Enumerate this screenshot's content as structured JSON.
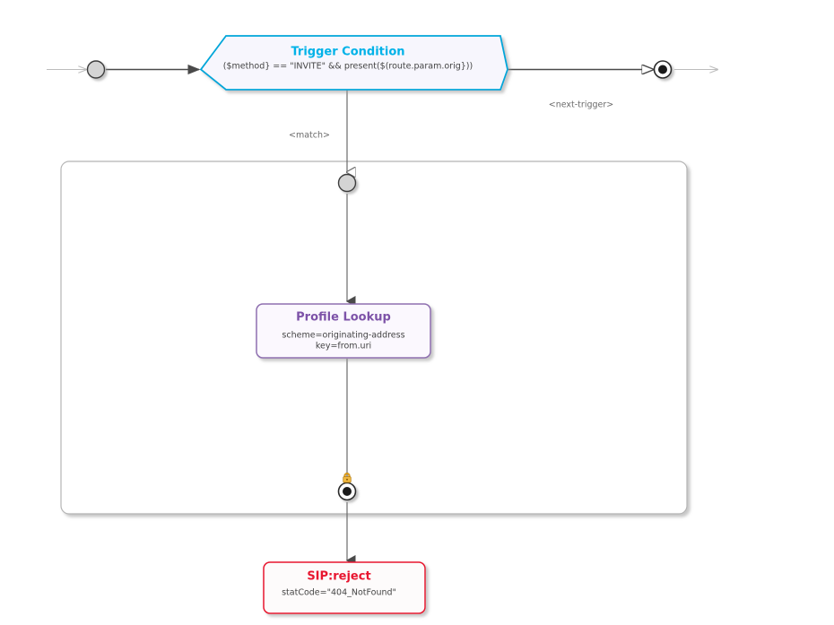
{
  "diagram": {
    "type": "routing-flow-diagram",
    "background": "#ffffff",
    "nodes": {
      "start_node": {
        "name": "start-node",
        "shape": "circle",
        "fill": "#d4d4d4",
        "stroke": "#3d3d3d"
      },
      "trigger": {
        "title": "Trigger Condition",
        "condition": "($method} == \"INVITE\" && present($(route.param.orig}))",
        "shape": "hexagon",
        "stroke": "#00a6d9",
        "fill": "#f7f6fd",
        "title_color": "#00b2e8"
      },
      "next_trigger_end": {
        "name": "next-trigger-end-node",
        "shape": "final-circle",
        "fill": "#1a1a1a",
        "stroke": "#2b2b2b"
      },
      "match_start": {
        "name": "match-branch-start-node",
        "shape": "circle",
        "fill": "#d4d4d4",
        "stroke": "#3d3d3d"
      },
      "profile_lookup": {
        "title": "Profile Lookup",
        "line1": "scheme=originating-address",
        "line2": "key=from.uri",
        "shape": "rounded-rect",
        "stroke": "#8f6fb0",
        "fill": "#fbf8fe",
        "title_color": "#7d52a8"
      },
      "branch_end": {
        "name": "match-branch-end-node",
        "shape": "final-circle",
        "fill": "#1a1a1a",
        "stroke": "#2b2b2b",
        "badge": "lock-icon",
        "badge_color": "#e8a317"
      },
      "sip_reject": {
        "title": "SIP:reject",
        "line1": "statCode=\"404_NotFound\"",
        "shape": "rounded-rect",
        "stroke": "#e8152f",
        "fill": "#fdfbfb",
        "title_color": "#e8152f"
      }
    },
    "edge_labels": {
      "match": "<match>",
      "next_trigger": "<next-trigger>"
    },
    "container": {
      "name": "match-branch-container",
      "stroke": "#b5b5b5",
      "fill": "#ffffff"
    }
  }
}
